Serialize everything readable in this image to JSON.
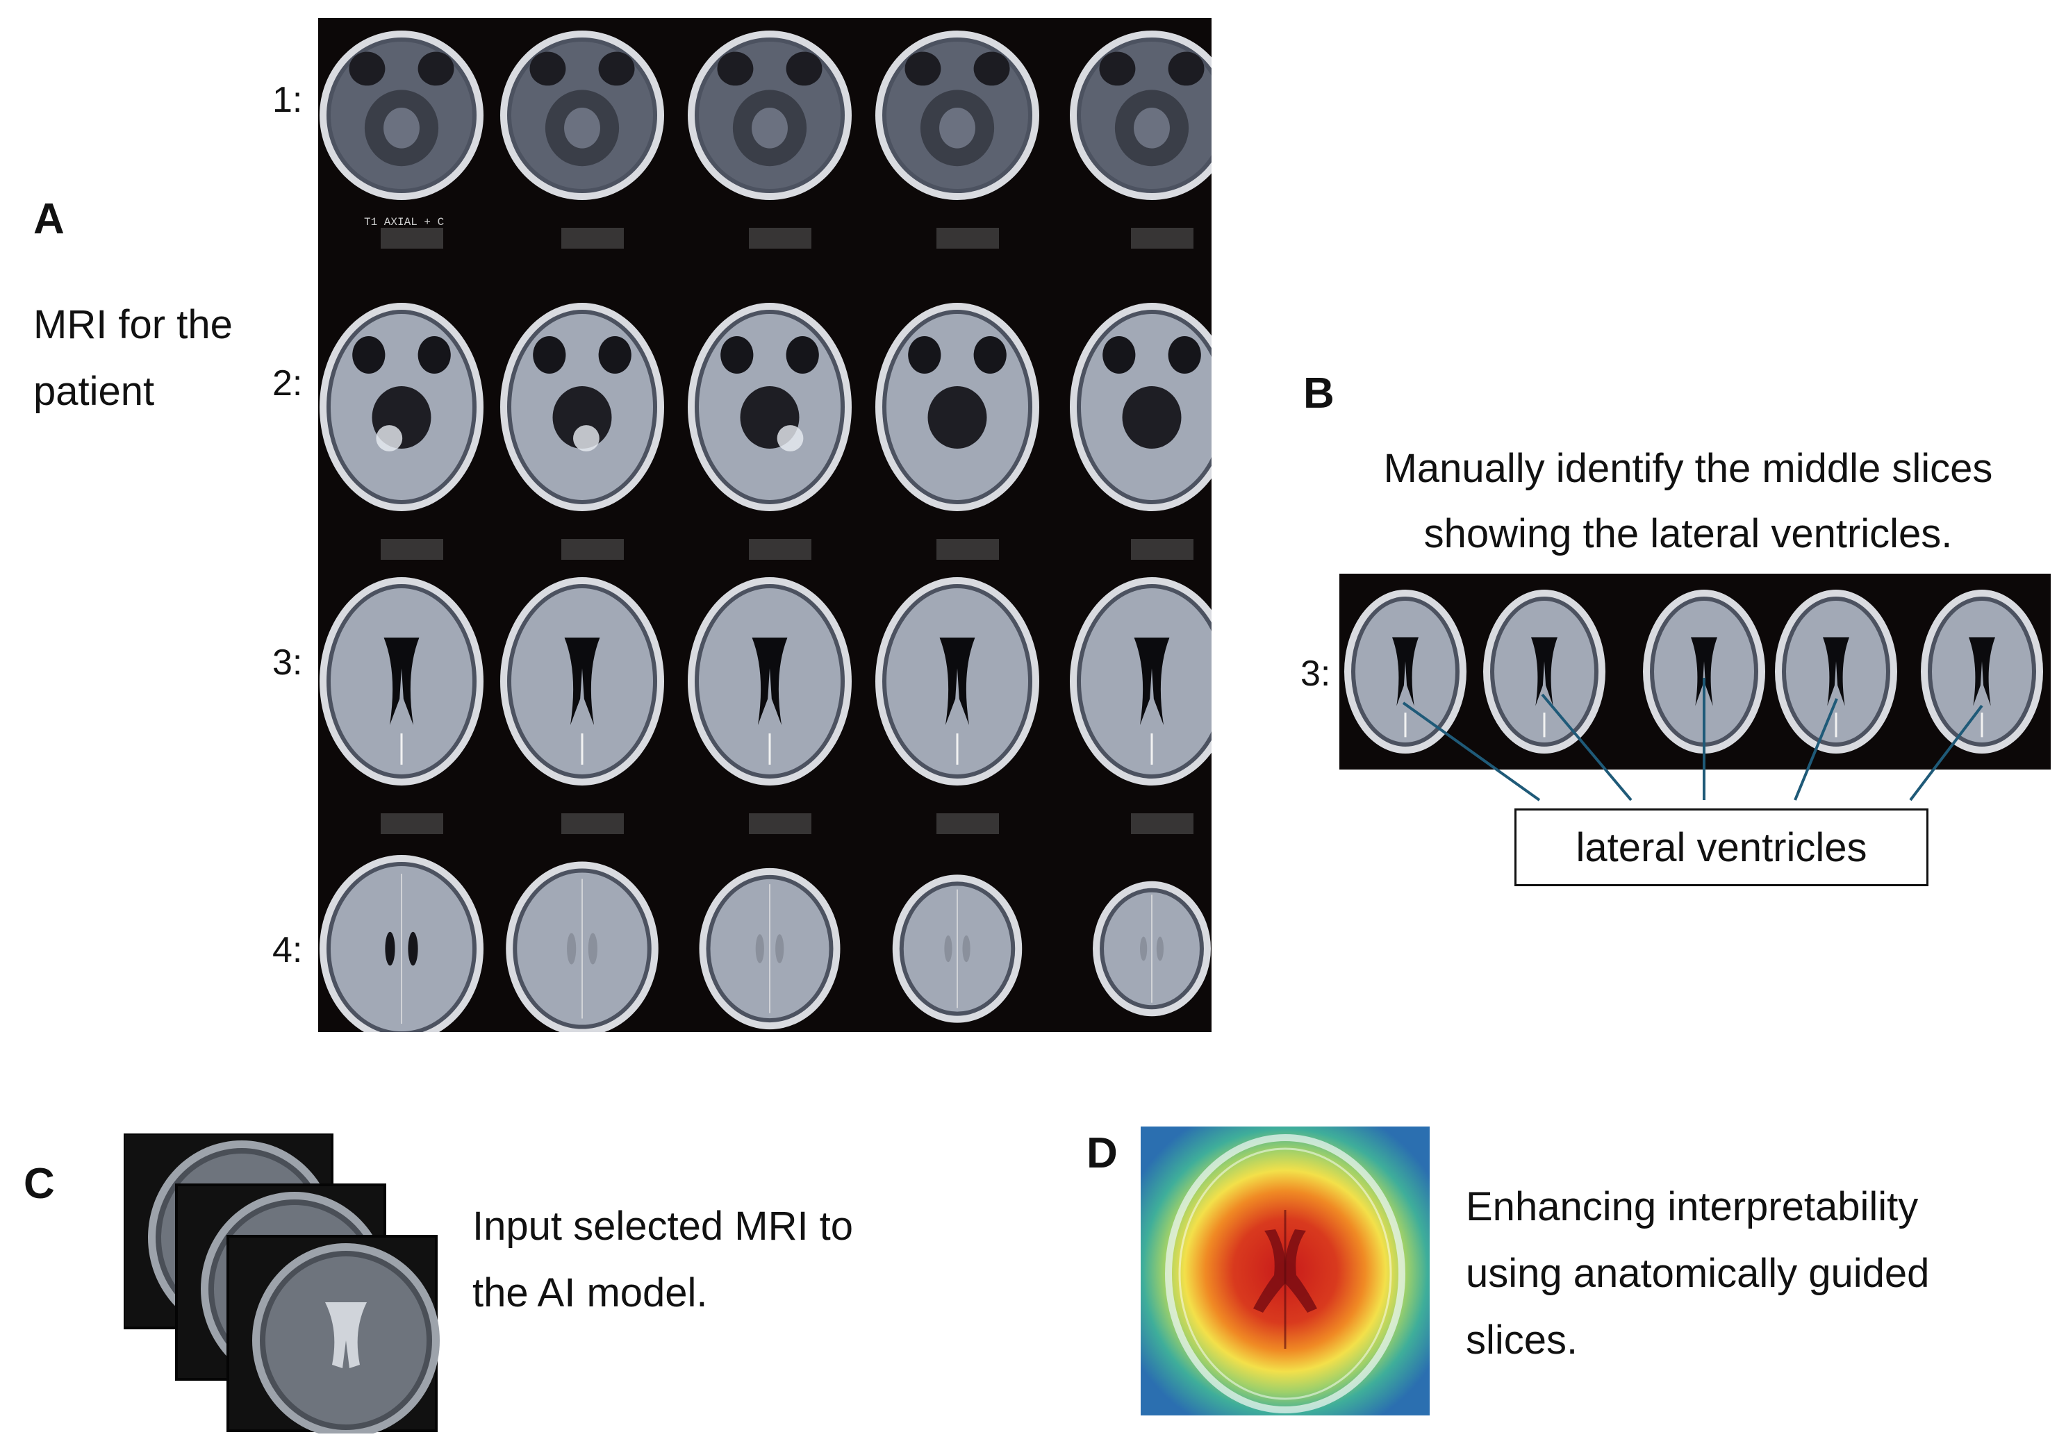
{
  "panels": {
    "A": {
      "letter": "A",
      "caption_line1": "MRI for the",
      "caption_line2": "patient",
      "row_labels": [
        "1:",
        "2:",
        "3:",
        "4:"
      ],
      "film_label": "T1 AXIAL + C"
    },
    "B": {
      "letter": "B",
      "caption_line1": "Manually identify the middle slices",
      "caption_line2": "showing the lateral ventricles.",
      "row_label": "3:",
      "callout": "lateral ventricles"
    },
    "C": {
      "letter": "C",
      "caption_line1": "Input selected MRI to",
      "caption_line2": "the AI model."
    },
    "D": {
      "letter": "D",
      "caption_line1": "Enhancing interpretability",
      "caption_line2": "using anatomically guided",
      "caption_line3": "slices."
    }
  },
  "colors": {
    "film_background": "#0c0808",
    "callout_line": "#1f5a78",
    "heatmap_hot": "#d7191c",
    "heatmap_cool": "#2b83ba"
  }
}
